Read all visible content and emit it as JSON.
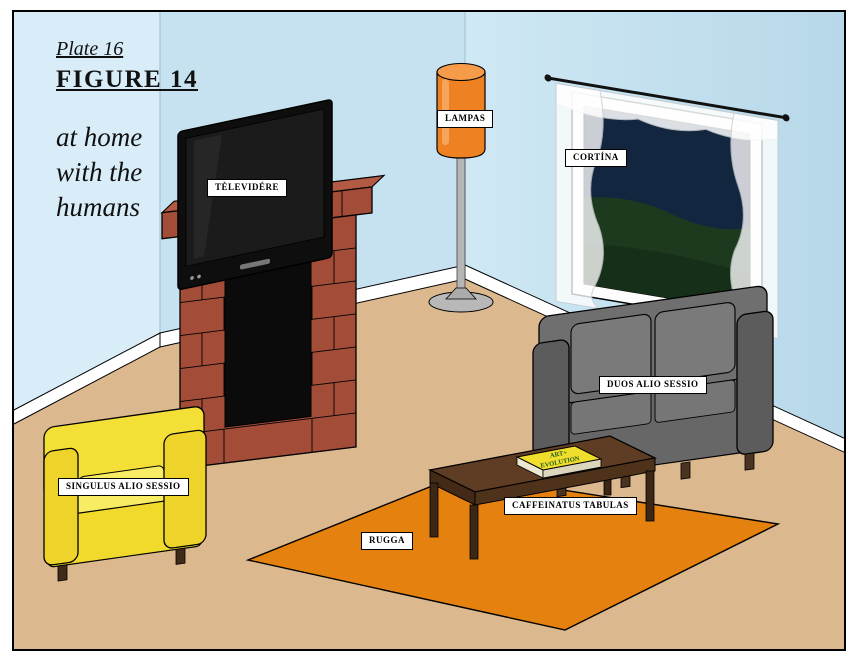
{
  "plate": {
    "plate_label": "Plate 16",
    "figure_label": "FIGURE 14",
    "caption_lines": [
      "at home",
      "with the",
      "humans"
    ]
  },
  "labels": {
    "tv": "TÈLEVIDÉRE",
    "lamp": "LAMPAS",
    "curtain": "CORTÍNA",
    "sofa": "DUOS ALIO SESSIO",
    "armchair": "SINGULUS ALIO SESSIO",
    "coffee_table": "CAFFEINATUS TABULAS",
    "rug": "RUGGA"
  },
  "book": {
    "title_line1": "ART+",
    "title_line2": "EVOLUTION"
  },
  "colors": {
    "wall_left": "#d9edf8",
    "wall_mid": "#c6e2f0",
    "wall_right": "#cfe8f4",
    "floor": "#dcb88e",
    "rug": "#e5820f",
    "fireplace_brick": "#a34c38",
    "lamp_shade": "#ee8222",
    "sofa": "#6f6f6f",
    "armchair": "#f4df36",
    "table": "#5f3d24",
    "night_sky": "#13263f",
    "night_hill": "#1d3a1f"
  }
}
